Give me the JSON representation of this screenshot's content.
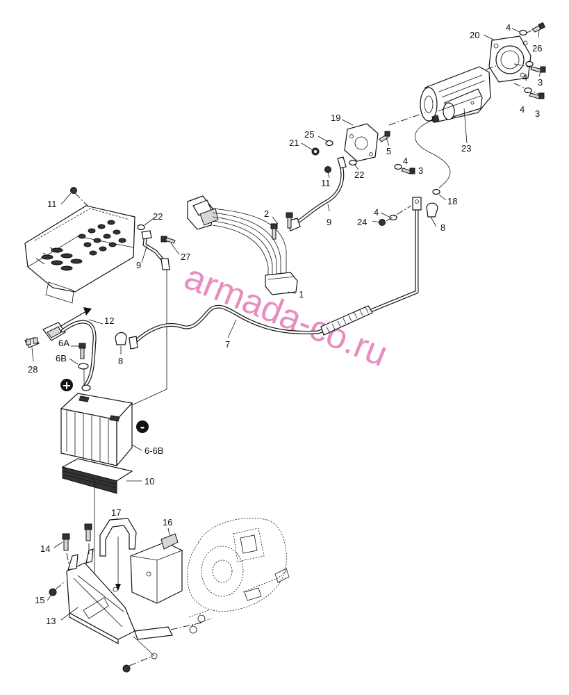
{
  "watermark": "armada-co.ru",
  "terminals": {
    "positive": "+",
    "negative": "-"
  },
  "callouts": [
    {
      "id": "c20",
      "text": "20"
    },
    {
      "id": "c4a",
      "text": "4"
    },
    {
      "id": "c26",
      "text": "26"
    },
    {
      "id": "c4b",
      "text": "4"
    },
    {
      "id": "c3a",
      "text": "3"
    },
    {
      "id": "c4c",
      "text": "4"
    },
    {
      "id": "c3b",
      "text": "3"
    },
    {
      "id": "c23",
      "text": "23"
    },
    {
      "id": "c19",
      "text": "19"
    },
    {
      "id": "c25",
      "text": "25"
    },
    {
      "id": "c21",
      "text": "21"
    },
    {
      "id": "c5",
      "text": "5"
    },
    {
      "id": "c4d",
      "text": "4"
    },
    {
      "id": "c3c",
      "text": "3"
    },
    {
      "id": "c22a",
      "text": "22"
    },
    {
      "id": "c11a",
      "text": "11"
    },
    {
      "id": "c18",
      "text": "18"
    },
    {
      "id": "c2",
      "text": "2"
    },
    {
      "id": "c9a",
      "text": "9"
    },
    {
      "id": "c4e",
      "text": "4"
    },
    {
      "id": "c24",
      "text": "24"
    },
    {
      "id": "c8a",
      "text": "8"
    },
    {
      "id": "c11b",
      "text": "11"
    },
    {
      "id": "c22b",
      "text": "22"
    },
    {
      "id": "c27",
      "text": "27"
    },
    {
      "id": "c9b",
      "text": "9"
    },
    {
      "id": "c1",
      "text": "1"
    },
    {
      "id": "c12",
      "text": "12"
    },
    {
      "id": "c7",
      "text": "7"
    },
    {
      "id": "c6a",
      "text": "6A"
    },
    {
      "id": "c6b",
      "text": "6B"
    },
    {
      "id": "c8b",
      "text": "8"
    },
    {
      "id": "c28",
      "text": "28"
    },
    {
      "id": "c66b",
      "text": "6-6B"
    },
    {
      "id": "c10",
      "text": "10"
    },
    {
      "id": "c17",
      "text": "17"
    },
    {
      "id": "c16",
      "text": "16"
    },
    {
      "id": "c14",
      "text": "14"
    },
    {
      "id": "c15",
      "text": "15"
    },
    {
      "id": "c13",
      "text": "13"
    }
  ]
}
